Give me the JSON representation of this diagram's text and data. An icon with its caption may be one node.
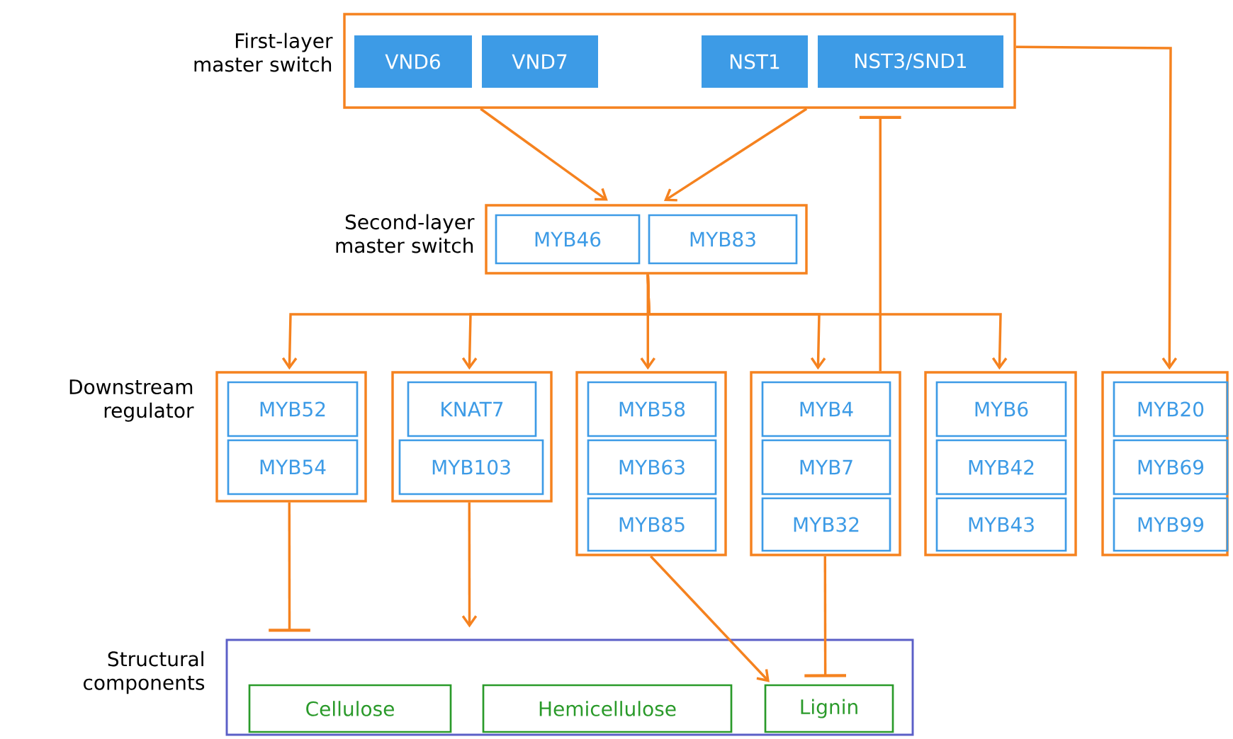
{
  "diagram": {
    "nodes": [
      {
        "text": [
          "First-layer master switch"
        ]
      },
      {
        "text": [
          "VND6"
        ],
        "in": 0
      },
      {
        "text": [
          "VND7"
        ],
        "in": 0
      },
      {
        "text": [
          "NST1"
        ],
        "in": 0
      },
      {
        "text": [
          "NST3/SND1"
        ],
        "in": 0
      },
      {
        "text": [
          "Second-layer master switch"
        ]
      },
      {
        "text": [
          "MYB46"
        ],
        "in": 5
      },
      {
        "text": [
          "MYB83"
        ],
        "in": 5
      },
      {
        "text": [],
        "shape": "box"
      },
      {
        "text": [
          "MYB52"
        ],
        "in": 8
      },
      {
        "text": [
          "MYB54"
        ],
        "in": 8
      },
      {
        "text": [],
        "shape": "box"
      },
      {
        "text": [
          "KNAT7"
        ],
        "in": 11
      },
      {
        "text": [
          "MYB103"
        ],
        "in": 11
      },
      {
        "text": [],
        "shape": "box"
      },
      {
        "text": [
          "MYB58"
        ],
        "in": 14
      },
      {
        "text": [
          "MYB63"
        ],
        "in": 14
      },
      {
        "text": [
          "MYB85"
        ],
        "in": 14
      },
      {
        "text": [],
        "shape": "box"
      },
      {
        "text": [
          "MYB4"
        ],
        "in": 18
      },
      {
        "text": [
          "MYB7"
        ],
        "in": 18
      },
      {
        "text": [
          "MYB32"
        ],
        "in": 18
      },
      {
        "text": [],
        "shape": "box"
      },
      {
        "text": [
          "MYB6"
        ],
        "in": 22
      },
      {
        "text": [
          "MYB42"
        ],
        "in": 22
      },
      {
        "text": [
          "MYB43"
        ],
        "in": 22
      },
      {
        "text": [],
        "shape": "box"
      },
      {
        "text": [
          "MYB20"
        ],
        "in": 26
      },
      {
        "text": [
          "MYB69"
        ],
        "in": 26
      },
      {
        "text": [
          "MYB99"
        ],
        "in": 26
      },
      {
        "text": [
          "Structural components"
        ]
      },
      {
        "text": [
          "Cellulose"
        ],
        "in": 30
      },
      {
        "text": [
          "Hemicellulose"
        ],
        "in": 30
      },
      {
        "text": [
          "Lignin"
        ],
        "in": 30
      }
    ],
    "edges": [
      {
        "from": 0,
        "to": 5,
        "arrow": "to"
      },
      {
        "from": 0,
        "to": 5,
        "arrow": "to"
      },
      {
        "from": 5,
        "to": 8,
        "arrow": "to"
      },
      {
        "from": 5,
        "to": 11,
        "arrow": "to"
      },
      {
        "from": 5,
        "to": 14,
        "arrow": "to"
      },
      {
        "from": 5,
        "to": 18,
        "arrow": "to"
      },
      {
        "from": 5,
        "to": 22,
        "arrow": "to"
      },
      {
        "from": 18,
        "to": 0,
        "arrow": "other"
      },
      {
        "from": 0,
        "to": 26,
        "arrow": "to"
      },
      {
        "from": 8,
        "to": 30,
        "arrow": "other"
      },
      {
        "from": 11,
        "to": 30,
        "arrow": "to"
      },
      {
        "from": 14,
        "to": 33,
        "arrow": "to"
      },
      {
        "from": 18,
        "to": 33,
        "arrow": "other"
      }
    ],
    "labels": [
      "Downstream regulator"
    ]
  }
}
